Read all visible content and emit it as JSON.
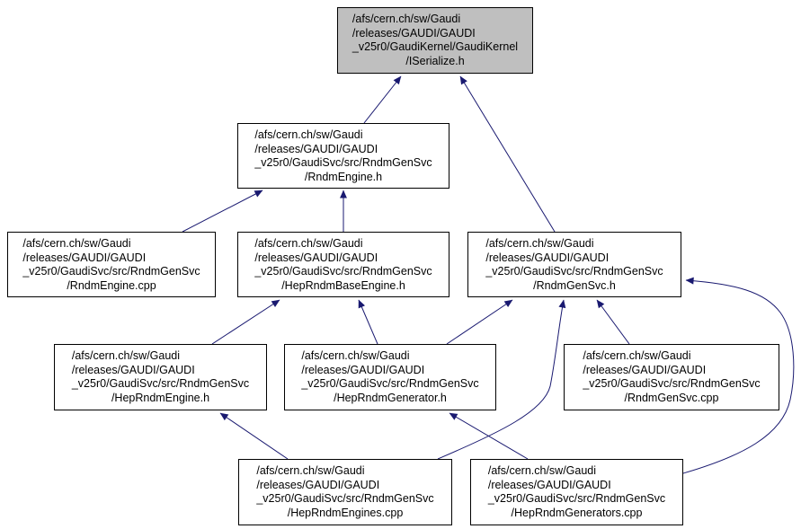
{
  "graph": {
    "type": "doxygen-included-by-graph",
    "arrow_color": "#191970",
    "current_node_fill": "#bfbfbf",
    "node_fill": "#ffffff",
    "node_border": "#000000",
    "nodes": {
      "iserialize_h": {
        "lines": [
          "/afs/cern.ch/sw/Gaudi",
          "/releases/GAUDI/GAUDI",
          "_v25r0/GaudiKernel/GaudiKernel",
          "/ISerialize.h"
        ]
      },
      "rndmengine_h": {
        "lines": [
          "/afs/cern.ch/sw/Gaudi",
          "/releases/GAUDI/GAUDI",
          "_v25r0/GaudiSvc/src/RndmGenSvc",
          "/RndmEngine.h"
        ]
      },
      "rndmengine_cpp": {
        "lines": [
          "/afs/cern.ch/sw/Gaudi",
          "/releases/GAUDI/GAUDI",
          "_v25r0/GaudiSvc/src/RndmGenSvc",
          "/RndmEngine.cpp"
        ]
      },
      "heprndmbaseengine_h": {
        "lines": [
          "/afs/cern.ch/sw/Gaudi",
          "/releases/GAUDI/GAUDI",
          "_v25r0/GaudiSvc/src/RndmGenSvc",
          "/HepRndmBaseEngine.h"
        ]
      },
      "rndmgensvc_h": {
        "lines": [
          "/afs/cern.ch/sw/Gaudi",
          "/releases/GAUDI/GAUDI",
          "_v25r0/GaudiSvc/src/RndmGenSvc",
          "/RndmGenSvc.h"
        ]
      },
      "heprndmengine_h": {
        "lines": [
          "/afs/cern.ch/sw/Gaudi",
          "/releases/GAUDI/GAUDI",
          "_v25r0/GaudiSvc/src/RndmGenSvc",
          "/HepRndmEngine.h"
        ]
      },
      "heprndmgenerator_h": {
        "lines": [
          "/afs/cern.ch/sw/Gaudi",
          "/releases/GAUDI/GAUDI",
          "_v25r0/GaudiSvc/src/RndmGenSvc",
          "/HepRndmGenerator.h"
        ]
      },
      "rndmgensvc_cpp": {
        "lines": [
          "/afs/cern.ch/sw/Gaudi",
          "/releases/GAUDI/GAUDI",
          "_v25r0/GaudiSvc/src/RndmGenSvc",
          "/RndmGenSvc.cpp"
        ]
      },
      "heprndmengines_cpp": {
        "lines": [
          "/afs/cern.ch/sw/Gaudi",
          "/releases/GAUDI/GAUDI",
          "_v25r0/GaudiSvc/src/RndmGenSvc",
          "/HepRndmEngines.cpp"
        ]
      },
      "heprndmgenerators_cpp": {
        "lines": [
          "/afs/cern.ch/sw/Gaudi",
          "/releases/GAUDI/GAUDI",
          "_v25r0/GaudiSvc/src/RndmGenSvc",
          "/HepRndmGenerators.cpp"
        ]
      }
    },
    "edges": [
      {
        "from": "rndmengine_h",
        "to": "iserialize_h"
      },
      {
        "from": "rndmgensvc_h",
        "to": "iserialize_h"
      },
      {
        "from": "rndmengine_cpp",
        "to": "rndmengine_h"
      },
      {
        "from": "heprndmbaseengine_h",
        "to": "rndmengine_h"
      },
      {
        "from": "heprndmengine_h",
        "to": "heprndmbaseengine_h"
      },
      {
        "from": "heprndmgenerator_h",
        "to": "heprndmbaseengine_h"
      },
      {
        "from": "heprndmgenerator_h",
        "to": "rndmgensvc_h"
      },
      {
        "from": "rndmgensvc_cpp",
        "to": "rndmgensvc_h"
      },
      {
        "from": "heprndmengines_cpp",
        "to": "heprndmengine_h"
      },
      {
        "from": "heprndmengines_cpp",
        "to": "rndmgensvc_h"
      },
      {
        "from": "heprndmgenerators_cpp",
        "to": "heprndmgenerator_h"
      },
      {
        "from": "heprndmgenerators_cpp",
        "to": "rndmgensvc_h"
      }
    ]
  }
}
